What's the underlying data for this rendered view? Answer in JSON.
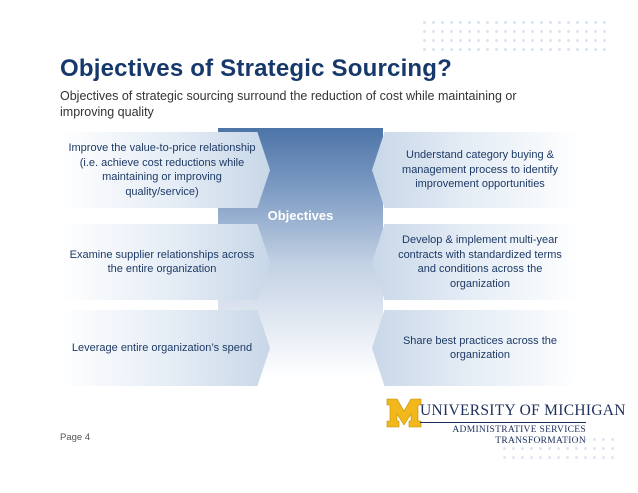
{
  "slide": {
    "title": "Objectives of Strategic Sourcing?",
    "subtitle": "Objectives of strategic sourcing surround the reduction of cost while maintaining or improving quality",
    "center_label": "Objectives",
    "left_objectives": [
      "Improve the value-to-price relationship (i.e. achieve cost reductions while maintaining or improving quality/service)",
      "Examine supplier relationships across the entire organization",
      "Leverage entire organization’s spend"
    ],
    "right_objectives": [
      "Understand category buying & management process to identify improvement opportunities",
      "Develop & implement multi-year contracts with standardized terms and conditions across the organization",
      "Share best practices across the organization"
    ],
    "page_label": "Page 4"
  },
  "logo": {
    "name": "UNIVERSITY OF MICHIGAN",
    "line1": "ADMINISTRATIVE SERVICES",
    "line2": "TRANSFORMATION",
    "colors": {
      "maize": "#f2b81b",
      "blue": "#1d2f5c"
    }
  },
  "colors": {
    "title": "#16386b",
    "column_top": "#4d74a8",
    "box_fill": "#c8d7e8",
    "box_text": "#1d3a66"
  }
}
